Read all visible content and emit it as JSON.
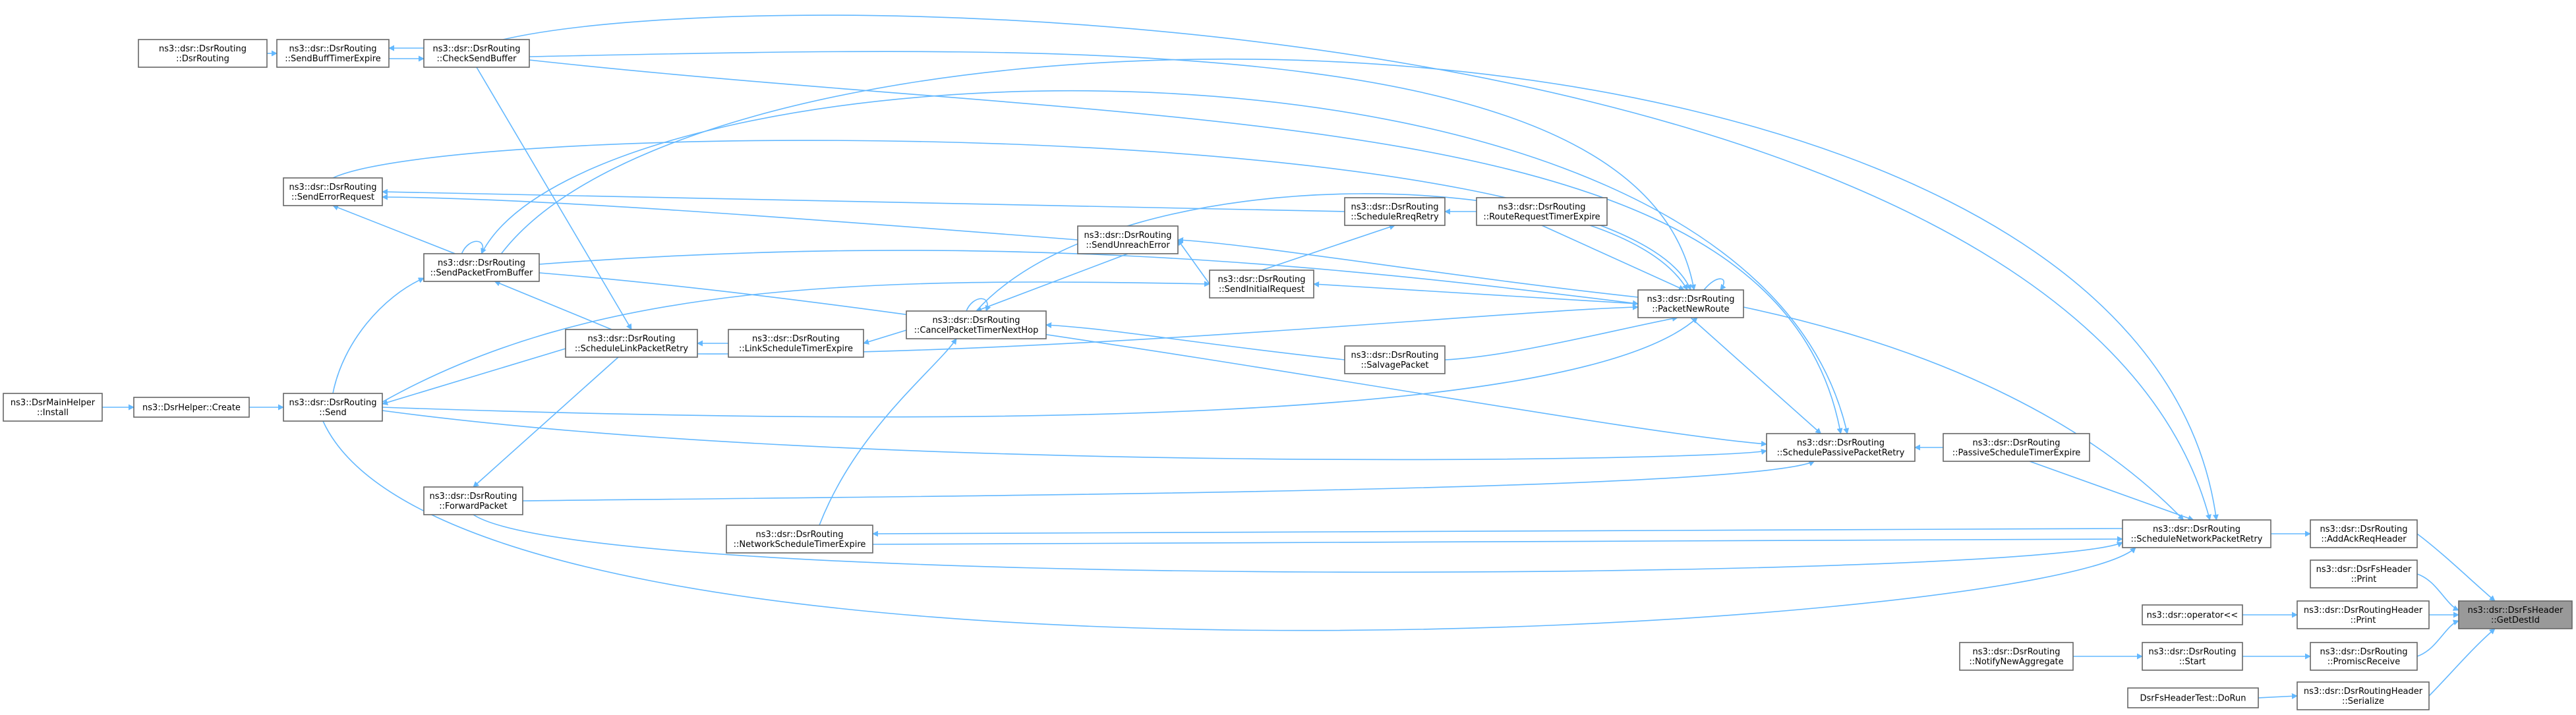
{
  "graph": {
    "edge_color": "#63b8ff",
    "focus_color": "#999999",
    "nodes": [
      {
        "id": "dsrrouting",
        "lines": [
          "ns3::dsr::DsrRouting",
          "::DsrRouting"
        ]
      },
      {
        "id": "sendbufftimerexpire",
        "lines": [
          "ns3::dsr::DsrRouting",
          "::SendBuffTimerExpire"
        ]
      },
      {
        "id": "checksendbuffer",
        "lines": [
          "ns3::dsr::DsrRouting",
          "::CheckSendBuffer"
        ]
      },
      {
        "id": "senderrorrequest",
        "lines": [
          "ns3::dsr::DsrRouting",
          "::SendErrorRequest"
        ]
      },
      {
        "id": "sendpacketfrombuffer",
        "lines": [
          "ns3::dsr::DsrRouting",
          "::SendPacketFromBuffer"
        ]
      },
      {
        "id": "schedulelinkpacketretry",
        "lines": [
          "ns3::dsr::DsrRouting",
          "::ScheduleLinkPacketRetry"
        ]
      },
      {
        "id": "dsrmainhelper-install",
        "lines": [
          "ns3::DsrMainHelper",
          "::Install"
        ]
      },
      {
        "id": "dsrhelper-create",
        "lines": [
          "ns3::DsrHelper::Create"
        ]
      },
      {
        "id": "send",
        "lines": [
          "ns3::dsr::DsrRouting",
          "::Send"
        ]
      },
      {
        "id": "forwardpacket",
        "lines": [
          "ns3::dsr::DsrRouting",
          "::ForwardPacket"
        ]
      },
      {
        "id": "linkscheduletimerexpire",
        "lines": [
          "ns3::dsr::DsrRouting",
          "::LinkScheduleTimerExpire"
        ]
      },
      {
        "id": "networkscheduletimerexpire",
        "lines": [
          "ns3::dsr::DsrRouting",
          "::NetworkScheduleTimerExpire"
        ]
      },
      {
        "id": "cancelpackettimernexthop",
        "lines": [
          "ns3::dsr::DsrRouting",
          "::CancelPacketTimerNextHop"
        ]
      },
      {
        "id": "sendunreacherror",
        "lines": [
          "ns3::dsr::DsrRouting",
          "::SendUnreachError"
        ]
      },
      {
        "id": "sendinitialrequest",
        "lines": [
          "ns3::dsr::DsrRouting",
          "::SendInitialRequest"
        ]
      },
      {
        "id": "schedulerreqretry",
        "lines": [
          "ns3::dsr::DsrRouting",
          "::ScheduleRreqRetry"
        ]
      },
      {
        "id": "salvagepacket",
        "lines": [
          "ns3::dsr::DsrRouting",
          "::SalvagePacket"
        ]
      },
      {
        "id": "routerequesttimerexpire",
        "lines": [
          "ns3::dsr::DsrRouting",
          "::RouteRequestTimerExpire"
        ]
      },
      {
        "id": "packetnewroute",
        "lines": [
          "ns3::dsr::DsrRouting",
          "::PacketNewRoute"
        ]
      },
      {
        "id": "schedulepassivepacketretry",
        "lines": [
          "ns3::dsr::DsrRouting",
          "::SchedulePassivePacketRetry"
        ]
      },
      {
        "id": "passivescheduletimerexpire",
        "lines": [
          "ns3::dsr::DsrRouting",
          "::PassiveScheduleTimerExpire"
        ]
      },
      {
        "id": "schedulenetworkpacketretry",
        "lines": [
          "ns3::dsr::DsrRouting",
          "::ScheduleNetworkPacketRetry"
        ]
      },
      {
        "id": "operator-lshift",
        "lines": [
          "ns3::dsr::operator<<"
        ]
      },
      {
        "id": "notifynewaggregate",
        "lines": [
          "ns3::dsr::DsrRouting",
          "::NotifyNewAggregate"
        ]
      },
      {
        "id": "start",
        "lines": [
          "ns3::dsr::DsrRouting",
          "::Start"
        ]
      },
      {
        "id": "dsrfsheadertest-dorun",
        "lines": [
          "DsrFsHeaderTest::DoRun"
        ]
      },
      {
        "id": "addackreqheader",
        "lines": [
          "ns3::dsr::DsrRouting",
          "::AddAckReqHeader"
        ]
      },
      {
        "id": "dsrfsheader-print",
        "lines": [
          "ns3::dsr::DsrFsHeader",
          "::Print"
        ]
      },
      {
        "id": "dsrroutingheader-print",
        "lines": [
          "ns3::dsr::DsrRoutingHeader",
          "::Print"
        ]
      },
      {
        "id": "promiscreceive",
        "lines": [
          "ns3::dsr::DsrRouting",
          "::PromiscReceive"
        ]
      },
      {
        "id": "dsrroutingheader-serialize",
        "lines": [
          "ns3::dsr::DsrRoutingHeader",
          "::Serialize"
        ]
      },
      {
        "id": "getdestid",
        "lines": [
          "ns3::dsr::DsrFsHeader",
          "::GetDestId"
        ],
        "focus": true
      }
    ]
  }
}
